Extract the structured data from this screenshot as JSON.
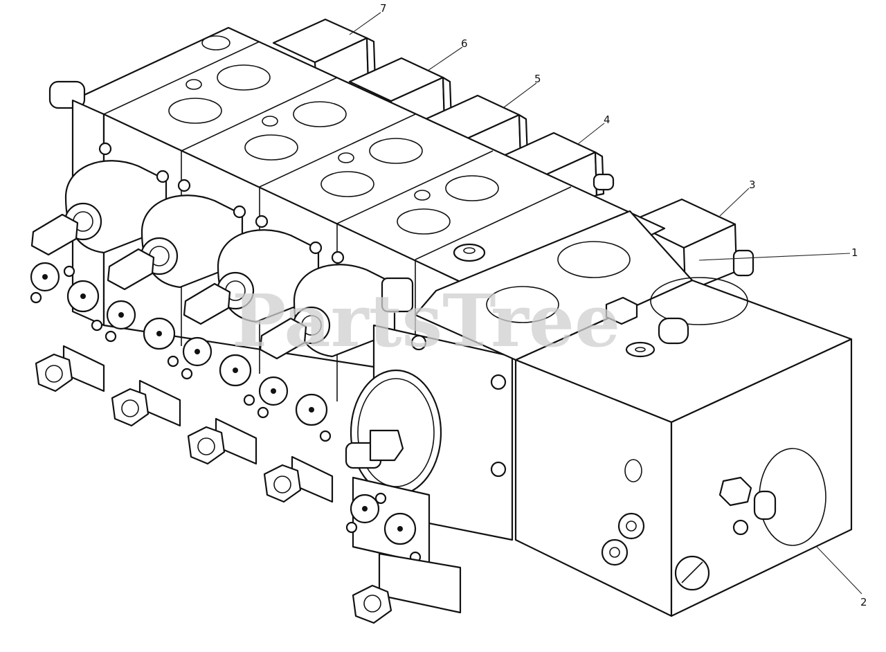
{
  "watermark": "PartsTree",
  "callouts": [
    {
      "label": "1"
    },
    {
      "label": "2"
    },
    {
      "label": "3"
    },
    {
      "label": "4"
    },
    {
      "label": "5"
    },
    {
      "label": "6"
    },
    {
      "label": "7"
    }
  ]
}
